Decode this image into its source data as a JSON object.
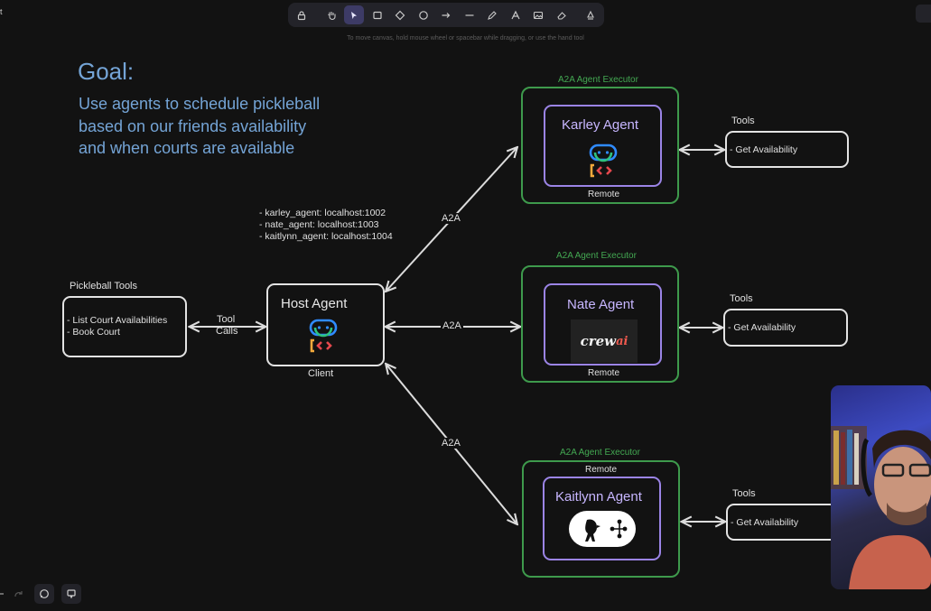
{
  "toolbar": {
    "tools": [
      "lock-icon",
      "hand-icon",
      "pointer-icon",
      "rectangle-icon",
      "diamond-icon",
      "ellipse-icon",
      "arrow-icon",
      "line-icon",
      "pencil-icon",
      "text-icon",
      "image-icon",
      "eraser-icon",
      "extra-tools-icon"
    ],
    "active_tool": "pointer-icon",
    "hint": "To move canvas, hold mouse wheel or spacebar while dragging, or use the hand tool"
  },
  "goal": {
    "title": "Goal:",
    "lines": [
      "Use agents to schedule pickleball",
      "based on our friends availability",
      "and when courts are available"
    ]
  },
  "agent_list": [
    "- karley_agent: localhost:1002",
    "- nate_agent: localhost:1003",
    "- kaitlynn_agent: localhost:1004"
  ],
  "pickleball_tools": {
    "title": "Pickleball Tools",
    "items": [
      "- List Court Availabilities",
      "- Book Court"
    ]
  },
  "tool_calls_label_1": "Tool",
  "tool_calls_label_2": "Calls",
  "host": {
    "name": "Host Agent",
    "role": "Client"
  },
  "a2a_label": "A2A",
  "executor_label": "A2A Agent Executor",
  "agents": [
    {
      "name": "Karley Agent",
      "role": "Remote",
      "tools_title": "Tools",
      "tool": "- Get Availability"
    },
    {
      "name": "Nate Agent",
      "role": "Remote",
      "tools_title": "Tools",
      "tool": "- Get Availability",
      "logo_text": "crew",
      "logo_text_accent": "ai"
    },
    {
      "name": "Kaitlynn Agent",
      "role": "Remote",
      "tools_title": "Tools",
      "tool": "- Get Availability"
    }
  ],
  "colors": {
    "goal": "#74a4d6",
    "executor": "#3e9a4c",
    "agent": "#9b84e6",
    "background": "#121212"
  }
}
